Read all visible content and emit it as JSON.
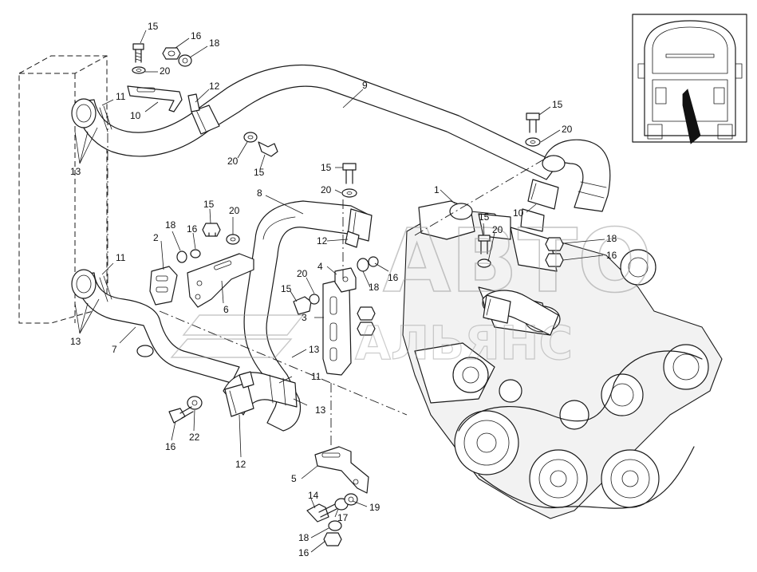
{
  "diagram": {
    "callouts": [
      {
        "id": "c15a",
        "label": "15"
      },
      {
        "id": "c16a",
        "label": "16"
      },
      {
        "id": "c18a",
        "label": "18"
      },
      {
        "id": "c20a",
        "label": "20"
      },
      {
        "id": "c12a",
        "label": "12"
      },
      {
        "id": "c10a",
        "label": "10"
      },
      {
        "id": "c11a",
        "label": "11"
      },
      {
        "id": "c13a",
        "label": "13"
      },
      {
        "id": "c9",
        "label": "9"
      },
      {
        "id": "c20b",
        "label": "20"
      },
      {
        "id": "c15b",
        "label": "15"
      },
      {
        "id": "c15c",
        "label": "15"
      },
      {
        "id": "c20c",
        "label": "20"
      },
      {
        "id": "c15d",
        "label": "15"
      },
      {
        "id": "c20d",
        "label": "20"
      },
      {
        "id": "c8",
        "label": "8"
      },
      {
        "id": "c1",
        "label": "1"
      },
      {
        "id": "c10b",
        "label": "10"
      },
      {
        "id": "c15e",
        "label": "15"
      },
      {
        "id": "c20e",
        "label": "20"
      },
      {
        "id": "c18b",
        "label": "18"
      },
      {
        "id": "c16b",
        "label": "16"
      },
      {
        "id": "c15f",
        "label": "15"
      },
      {
        "id": "c20f",
        "label": "20"
      },
      {
        "id": "c18c",
        "label": "18"
      },
      {
        "id": "c16c",
        "label": "16"
      },
      {
        "id": "c2",
        "label": "2"
      },
      {
        "id": "c6",
        "label": "6"
      },
      {
        "id": "c11b",
        "label": "11"
      },
      {
        "id": "c13b",
        "label": "13"
      },
      {
        "id": "c7",
        "label": "7"
      },
      {
        "id": "c12b",
        "label": "12"
      },
      {
        "id": "c4",
        "label": "4"
      },
      {
        "id": "c20g",
        "label": "20"
      },
      {
        "id": "c18d",
        "label": "18"
      },
      {
        "id": "c16d",
        "label": "16"
      },
      {
        "id": "c15g",
        "label": "15"
      },
      {
        "id": "c3",
        "label": "3"
      },
      {
        "id": "c13c",
        "label": "13"
      },
      {
        "id": "c11c",
        "label": "11"
      },
      {
        "id": "c13d",
        "label": "13"
      },
      {
        "id": "c16e",
        "label": "16"
      },
      {
        "id": "c22",
        "label": "22"
      },
      {
        "id": "c12c",
        "label": "12"
      },
      {
        "id": "c5",
        "label": "5"
      },
      {
        "id": "c14",
        "label": "14"
      },
      {
        "id": "c19",
        "label": "19"
      },
      {
        "id": "c17",
        "label": "17"
      },
      {
        "id": "c18e",
        "label": "18"
      },
      {
        "id": "c16f",
        "label": "16"
      }
    ],
    "watermark": {
      "main": "АВТО",
      "sub": "АЛЬЯНС"
    },
    "colors": {
      "line": "#1a1a1a",
      "watermark": "#9a9a9a",
      "background": "#ffffff"
    }
  }
}
